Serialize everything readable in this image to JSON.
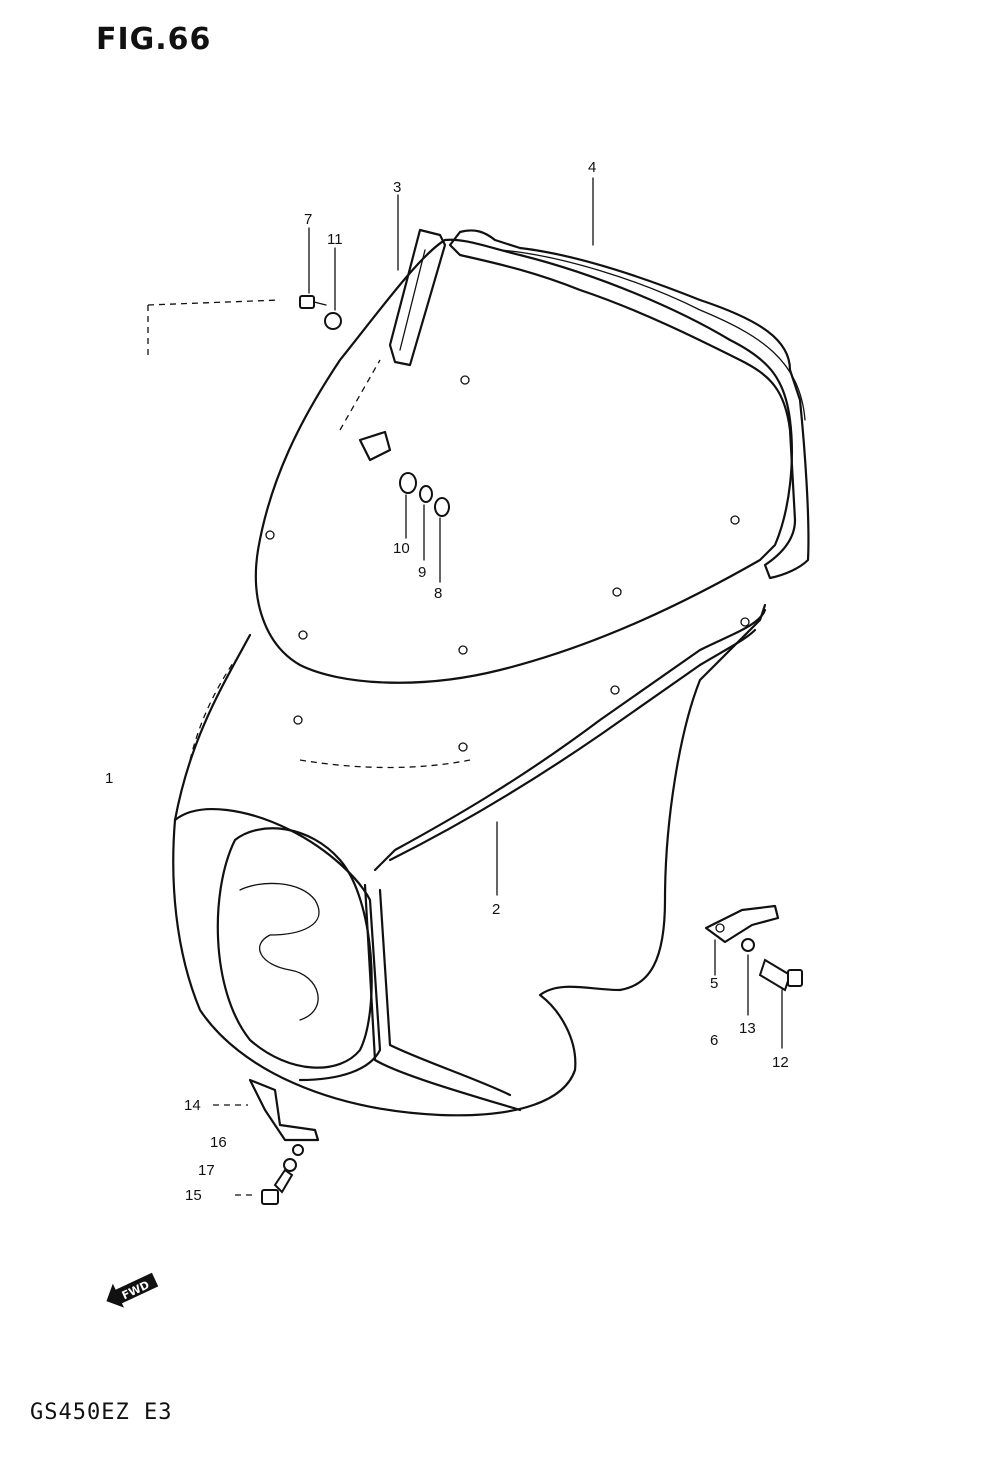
{
  "figure": {
    "title": "FIG.66"
  },
  "footer": {
    "model_code": "GS450EZ E3"
  },
  "fwd_label": "FWD",
  "callouts": {
    "c2": "2",
    "c3": "3",
    "c4": "4",
    "c5": "5",
    "c6": "6",
    "c7": "7",
    "c8": "8",
    "c9": "9",
    "c10": "10",
    "c11": "11",
    "c12": "12",
    "c13": "13",
    "c14": "14",
    "c15": "15",
    "c16": "16",
    "c17": "17",
    "c1": "1"
  }
}
